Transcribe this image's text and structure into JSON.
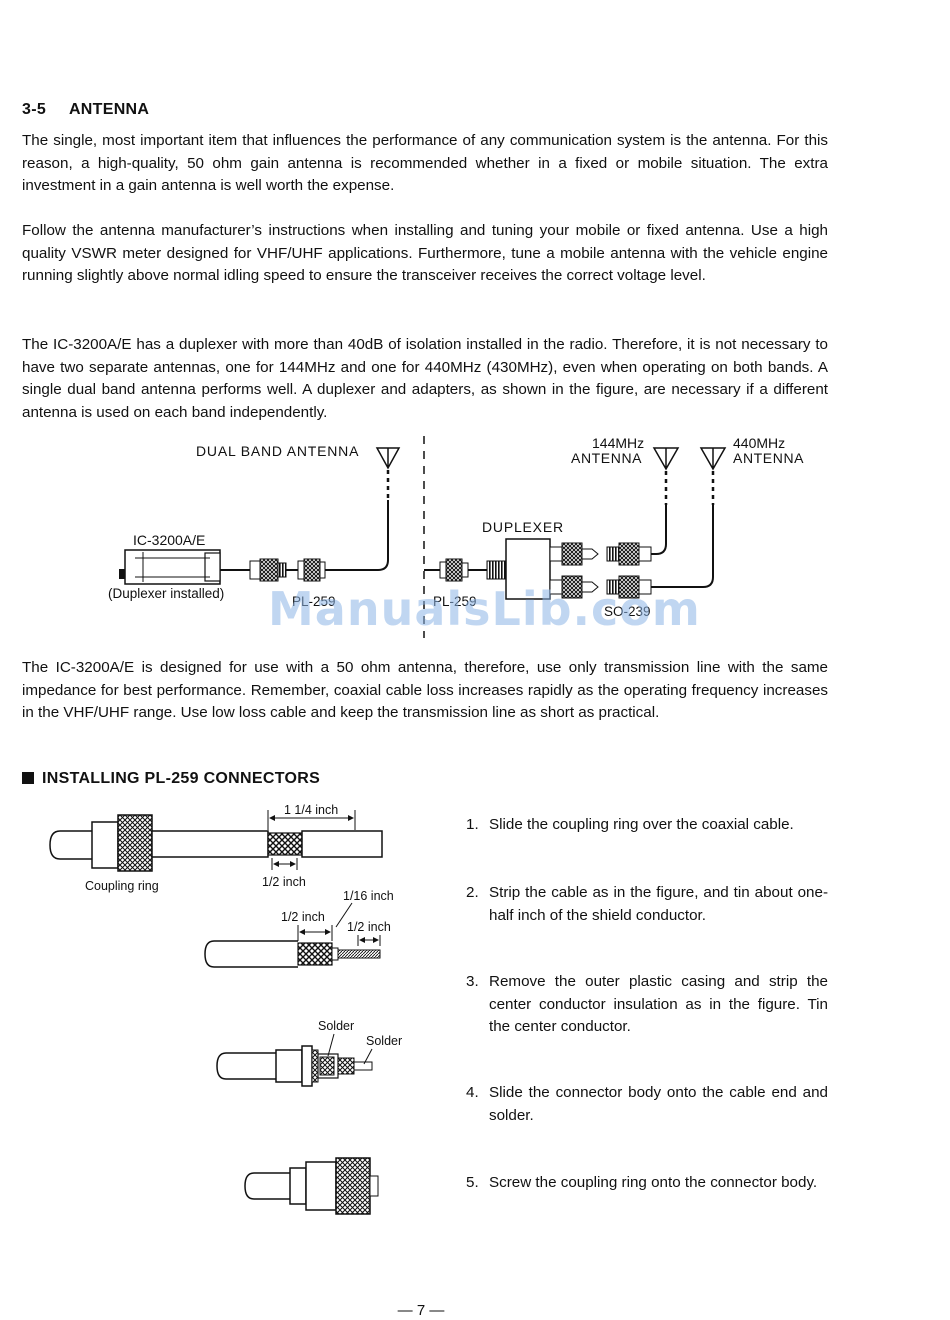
{
  "section": {
    "number": "3-5",
    "title": "ANTENNA"
  },
  "paragraphs": [
    "The single, most important item that influences the performance of any communication system is the antenna.  For this reason, a high-quality, 50 ohm gain antenna is recommended whether in a fixed or mobile situation.  The extra investment in a gain antenna is well worth the expense.",
    "Follow the antenna manufacturer’s instructions when installing and tuning your mobile or fixed antenna. Use a high quality VSWR meter designed for VHF/UHF applications. Furthermore, tune a mobile antenna with the vehicle engine running slightly above normal idling speed to ensure the transceiver receives the correct voltage level.",
    "The IC-3200A/E has a duplexer with more than 40dB of isolation installed in the radio.  Therefore, it is not necessary to have two separate antennas, one for 144MHz and one for 440MHz (430MHz), even when operating on both bands.  A single dual band antenna performs well.  A duplexer and adapters, as shown in the figure, are necessary if a different antenna is used on each band independently.",
    "The IC-3200A/E is designed for use with a 50 ohm antenna, therefore, use only transmission line with the same impedance for best performance.  Remember, coaxial cable loss increases rapidly as the operating frequency increases in the VHF/UHF range.  Use low loss cable and keep the transmission line as short as practical."
  ],
  "antenna_figure": {
    "dual_band_label": "DUAL BAND ANTENNA",
    "ant144_freq": "144MHz",
    "ant144_label": "ANTENNA",
    "ant440_freq": "440MHz",
    "ant440_label": "ANTENNA",
    "duplexer_label": "DUPLEXER",
    "radio_label": "IC-3200A/E",
    "radio_note": "(Duplexer installed)",
    "pl259_a": "PL-259",
    "pl259_b": "PL-259",
    "so239": "SO-239"
  },
  "watermark": "ManualsLib.com",
  "installing": {
    "title": "INSTALLING PL-259 CONNECTORS",
    "fig": {
      "dim_1_1_4": "1 1/4 inch",
      "dim_1_2_a": "1/2 inch",
      "coupling_ring": "Coupling ring",
      "dim_1_16": "1/16 inch",
      "dim_1_2_b": "1/2 inch",
      "dim_1_2_c": "1/2 inch",
      "solder_1": "Solder",
      "solder_2": "Solder"
    },
    "steps": [
      {
        "num": "1.",
        "text": "Slide the coupling ring over the coaxial cable."
      },
      {
        "num": "2.",
        "text": "Strip the cable as in the figure, and tin about one-half inch of the shield conductor."
      },
      {
        "num": "3.",
        "text": "Remove the outer plastic casing and strip the center conductor insulation as in the figure. Tin the center conductor."
      },
      {
        "num": "4.",
        "text": "Slide the connector body onto the cable end and solder."
      },
      {
        "num": "5.",
        "text": "Screw the coupling ring onto the connector body."
      }
    ]
  },
  "page_number": "— 7 —"
}
